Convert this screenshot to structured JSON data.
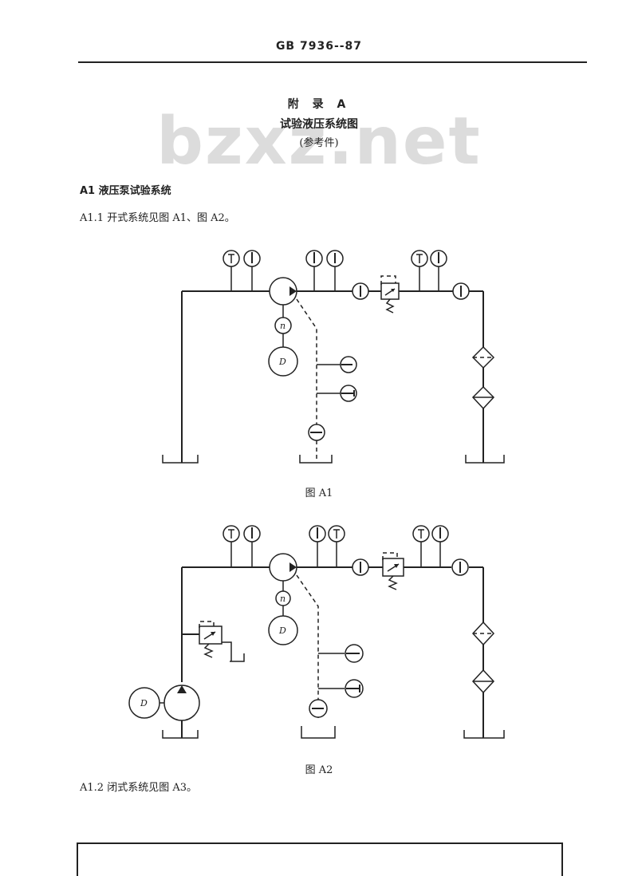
{
  "header": {
    "code": "GB 7936--87"
  },
  "watermark": "bzxz.net",
  "appendix": {
    "title": "附 录 A",
    "subtitle": "试验液压系统图",
    "note": "(参考件)"
  },
  "sections": {
    "a1_heading": "A1   液压泵试验系统",
    "a1_1": "A1.1   开式系统见图 A1、图 A2。",
    "a1_2": "A1.2   闭式系统见图 A3。"
  },
  "figures": {
    "a1_caption": "图 A1",
    "a2_caption": "图 A2"
  },
  "symbols": {
    "motor_label": "D",
    "speed_label": "n"
  },
  "colors": {
    "ink": "#222222",
    "watermark": "#dcdcdc"
  }
}
